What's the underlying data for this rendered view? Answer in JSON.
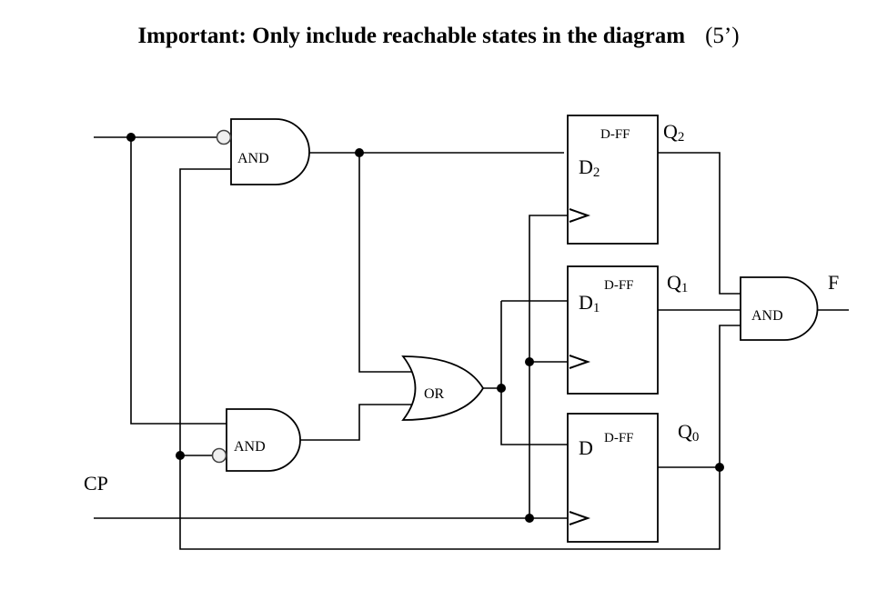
{
  "title": {
    "text": "Important: Only include reachable states in the diagram",
    "points": "(5’)"
  },
  "gates": {
    "and_top": {
      "label": "AND"
    },
    "and_bottom": {
      "label": "AND"
    },
    "or": {
      "label": "OR"
    },
    "and_output": {
      "label": "AND"
    }
  },
  "flipflops": [
    {
      "type_label": "D-FF",
      "d_label": "D",
      "d_sub": "2",
      "q_label": "Q",
      "q_sub": "2"
    },
    {
      "type_label": "D-FF",
      "d_label": "D",
      "d_sub": "1",
      "q_label": "Q",
      "q_sub": "1"
    },
    {
      "type_label": "D-FF",
      "d_label": "D",
      "d_sub": "",
      "q_label": "Q",
      "q_sub": "0"
    }
  ],
  "signals": {
    "clock": "CP",
    "output": "F"
  }
}
